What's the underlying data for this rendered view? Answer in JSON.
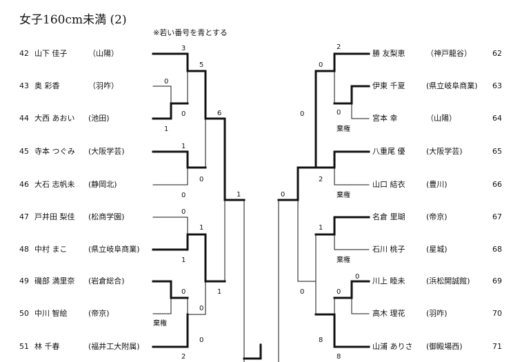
{
  "header": {
    "title": "女子160cm未満 (2)",
    "note": "※若い番号を青とする"
  },
  "players_left": [
    {
      "num": "42",
      "name": "山下 佳子",
      "school": "（山陽）"
    },
    {
      "num": "43",
      "name": "奥 彩香",
      "school": "（羽咋）"
    },
    {
      "num": "44",
      "name": "大西 あおい",
      "school": "(池田)"
    },
    {
      "num": "45",
      "name": "寺本 つぐみ",
      "school": "(大阪学芸)"
    },
    {
      "num": "46",
      "name": "大石 志帆未",
      "school": "(静岡北)"
    },
    {
      "num": "47",
      "name": "戸井田 梨佳",
      "school": "(松商学園)"
    },
    {
      "num": "48",
      "name": "中村 まこ",
      "school": "(県立岐阜商業)"
    },
    {
      "num": "49",
      "name": "磯部 満里奈",
      "school": "(岩倉総合)"
    },
    {
      "num": "50",
      "name": "中川 智絵",
      "school": "(帝京)"
    },
    {
      "num": "51",
      "name": "林 千春",
      "school": "(福井工大附属)"
    }
  ],
  "players_right": [
    {
      "num": "62",
      "name": "勝 友梨恵",
      "school": "（神戸龍谷）"
    },
    {
      "num": "63",
      "name": "伊東 千夏",
      "school": "(県立岐阜商業)"
    },
    {
      "num": "64",
      "name": "宮本 幸",
      "school": "（山陽）"
    },
    {
      "num": "65",
      "name": "八重尾 優",
      "school": "(大阪学芸)"
    },
    {
      "num": "66",
      "name": "山口 結衣",
      "school": "(豊川)"
    },
    {
      "num": "67",
      "name": "名倉 里瑚",
      "school": "(帝京)"
    },
    {
      "num": "68",
      "name": "石川 桃子",
      "school": "(星城)"
    },
    {
      "num": "69",
      "name": "川上 睦未",
      "school": "(浜松開誠館)"
    },
    {
      "num": "70",
      "name": "高木 理花",
      "school": "(羽咋)"
    },
    {
      "num": "71",
      "name": "山浦 ありさ",
      "school": "(御殿場西)"
    }
  ],
  "scores": {
    "s3": "3",
    "s5": "5",
    "s0a": "0",
    "s0b": "0",
    "s1a": "1",
    "s6": "6",
    "s1b": "1",
    "s0c": "0",
    "s0d": "0",
    "s1c": "1",
    "s0e": "0",
    "s1d": "1",
    "s1e": "1",
    "s0f": "0",
    "s0g": "0",
    "s0h": "0",
    "s2a": "2",
    "s1f": "1",
    "r2": "2",
    "r0a": "0",
    "r0b": "0",
    "r0c": "0",
    "r0d": "0",
    "r2b": "2",
    "r1": "1",
    "r0e": "0",
    "r0f": "0",
    "r0g": "0",
    "r8a": "8",
    "r8b": "8"
  },
  "labels": {
    "kiken1": "棄権",
    "kiken2": "棄権",
    "kiken3": "棄権",
    "kiken4": "棄権"
  }
}
